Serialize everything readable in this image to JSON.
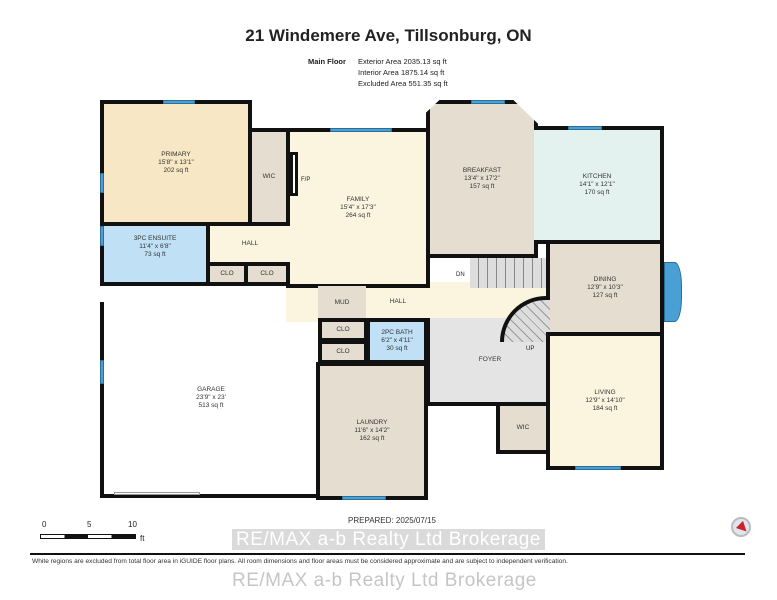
{
  "title": "21 Windemere Ave, Tillsonburg, ON",
  "floor": "Main Floor",
  "areas": [
    {
      "label": "Exterior Area",
      "value": "2035.13 sq ft"
    },
    {
      "label": "Interior Area",
      "value": "1875.14 sq ft"
    },
    {
      "label": "Excluded Area",
      "value": "551.35 sq ft"
    }
  ],
  "rooms": {
    "primary": {
      "name": "PRIMARY",
      "dims": "15'8\" x 13'1\"",
      "area": "202 sq ft"
    },
    "wic1": {
      "name": "WIC"
    },
    "fp": {
      "name": "F/P"
    },
    "family": {
      "name": "FAMILY",
      "dims": "15'4\" x 17'3\"",
      "area": "264 sq ft"
    },
    "breakfast": {
      "name": "BREAKFAST",
      "dims": "13'4\" x 17'2\"",
      "area": "157 sq ft"
    },
    "kitchen": {
      "name": "KITCHEN",
      "dims": "14'1\" x 12'1\"",
      "area": "170 sq ft"
    },
    "ensuite": {
      "name": "3PC ENSUITE",
      "dims": "11'4\" x 6'8\"",
      "area": "73 sq ft"
    },
    "hall1": {
      "name": "HALL"
    },
    "clo1": {
      "name": "CLO"
    },
    "clo2": {
      "name": "CLO"
    },
    "dn": {
      "name": "DN"
    },
    "dining": {
      "name": "DINING",
      "dims": "12'9\" x 10'3\"",
      "area": "127 sq ft"
    },
    "mud": {
      "name": "MUD"
    },
    "hall2": {
      "name": "HALL"
    },
    "clo3": {
      "name": "CLO"
    },
    "clo4": {
      "name": "CLO"
    },
    "bath2": {
      "name": "2PC BATH",
      "dims": "6'2\" x 4'11\"",
      "area": "30 sq ft"
    },
    "up": {
      "name": "UP"
    },
    "garage": {
      "name": "GARAGE",
      "dims": "23'9\" x 23'",
      "area": "513 sq ft"
    },
    "foyer": {
      "name": "FOYER"
    },
    "living": {
      "name": "LIVING",
      "dims": "12'9\" x 14'10\"",
      "area": "184 sq ft"
    },
    "wic2": {
      "name": "WIC"
    },
    "laundry": {
      "name": "LAUNDRY",
      "dims": "11'6\" x 14'2\"",
      "area": "162 sq ft"
    }
  },
  "scale": {
    "ticks": [
      "0",
      "5",
      "10"
    ],
    "unit": "ft"
  },
  "prepared": "PREPARED: 2025/07/15",
  "watermark": "RE/MAX a-b Realty Ltd Brokerage",
  "footer": "White regions are excluded from total floor area in iGUIDE floor plans. All room dimensions and floor areas must be considered approximate and are subject to independent verification.",
  "colors": {
    "wall": "#111111",
    "window": "#4a9fd4",
    "bedroom": "#f7e7c4",
    "wet": "#bfe0f5",
    "living": "#fbf5e0",
    "service": "#e6ddd1",
    "kitchen": "#e3f2ef",
    "foyer": "#e4e4e4"
  }
}
